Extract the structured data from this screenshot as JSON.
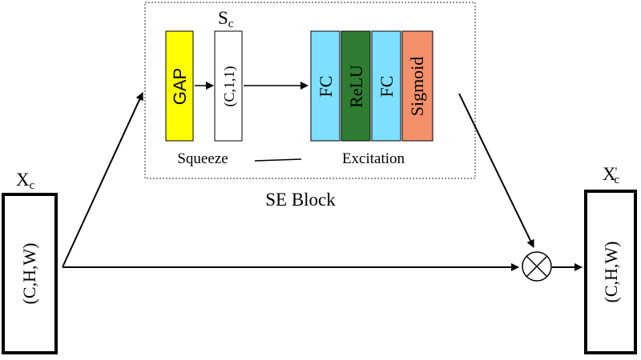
{
  "diagram": {
    "se_block_label": "SE Block",
    "input": {
      "label_main": "X",
      "label_sub": "c",
      "shape_text": "(C,H,W)"
    },
    "output": {
      "label_main": "X",
      "label_sub": "c",
      "label_prime": "'",
      "shape_text": "(C,H,W)"
    },
    "squeeze_label": "Squeeze",
    "excitation_label": "Excitation",
    "sc": {
      "label_main": "S",
      "label_sub": "c",
      "shape_text": "(C,1,1)"
    },
    "blocks": {
      "gap": "GAP",
      "fc1": "FC",
      "relu": "ReLU",
      "fc2": "FC",
      "sigmoid": "Sigmoid"
    },
    "multiply_symbol": "⊗"
  },
  "colors": {
    "gap": "#ffff00",
    "fc": "#7fdfff",
    "relu": "#2e7d32",
    "sigmoid": "#f4906a",
    "stroke": "#000000",
    "dotted_border": "#555555"
  }
}
